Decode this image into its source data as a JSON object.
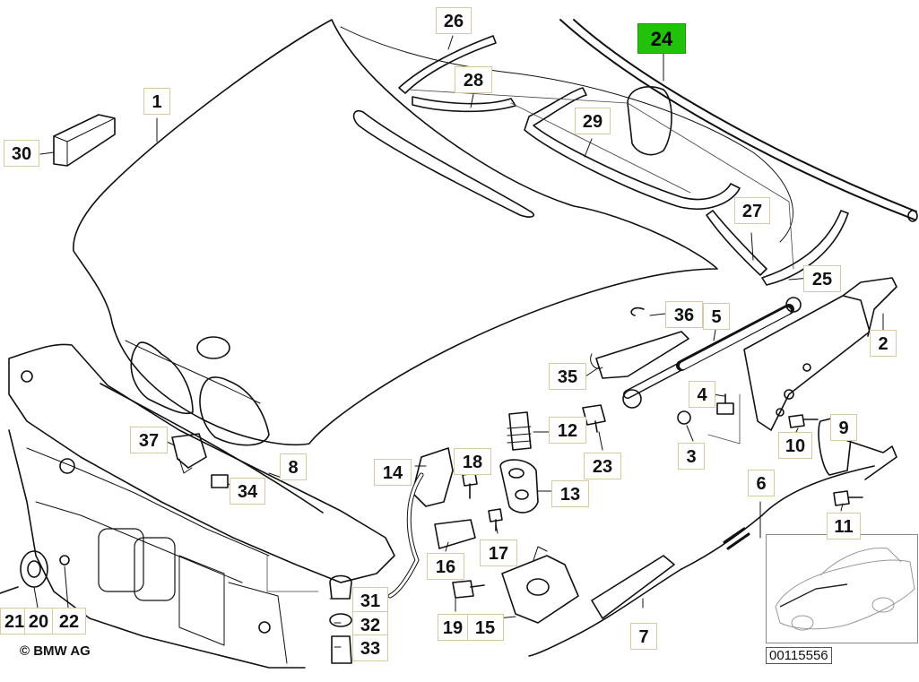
{
  "callouts": [
    {
      "id": "c1",
      "label": "1"
    },
    {
      "id": "c2",
      "label": "2"
    },
    {
      "id": "c3",
      "label": "3"
    },
    {
      "id": "c4",
      "label": "4"
    },
    {
      "id": "c5",
      "label": "5"
    },
    {
      "id": "c6",
      "label": "6"
    },
    {
      "id": "c7",
      "label": "7"
    },
    {
      "id": "c8",
      "label": "8"
    },
    {
      "id": "c9",
      "label": "9"
    },
    {
      "id": "c10",
      "label": "10"
    },
    {
      "id": "c11",
      "label": "11"
    },
    {
      "id": "c12",
      "label": "12"
    },
    {
      "id": "c13",
      "label": "13"
    },
    {
      "id": "c14",
      "label": "14"
    },
    {
      "id": "c15",
      "label": "15"
    },
    {
      "id": "c16",
      "label": "16"
    },
    {
      "id": "c17",
      "label": "17"
    },
    {
      "id": "c18",
      "label": "18"
    },
    {
      "id": "c19",
      "label": "19"
    },
    {
      "id": "c20",
      "label": "20"
    },
    {
      "id": "c21",
      "label": "21"
    },
    {
      "id": "c22",
      "label": "22"
    },
    {
      "id": "c23",
      "label": "23"
    },
    {
      "id": "c24",
      "label": "24",
      "highlighted": true
    },
    {
      "id": "c25",
      "label": "25"
    },
    {
      "id": "c26",
      "label": "26"
    },
    {
      "id": "c27",
      "label": "27"
    },
    {
      "id": "c28",
      "label": "28"
    },
    {
      "id": "c29",
      "label": "29"
    },
    {
      "id": "c30",
      "label": "30"
    },
    {
      "id": "c31",
      "label": "31"
    },
    {
      "id": "c32",
      "label": "32"
    },
    {
      "id": "c33",
      "label": "33"
    },
    {
      "id": "c34",
      "label": "34"
    },
    {
      "id": "c35",
      "label": "35"
    },
    {
      "id": "c36",
      "label": "36"
    },
    {
      "id": "c37",
      "label": "37"
    }
  ],
  "highlight_color": "#22c20a",
  "copyright": "© BMW AG",
  "reference_number": "00115556"
}
